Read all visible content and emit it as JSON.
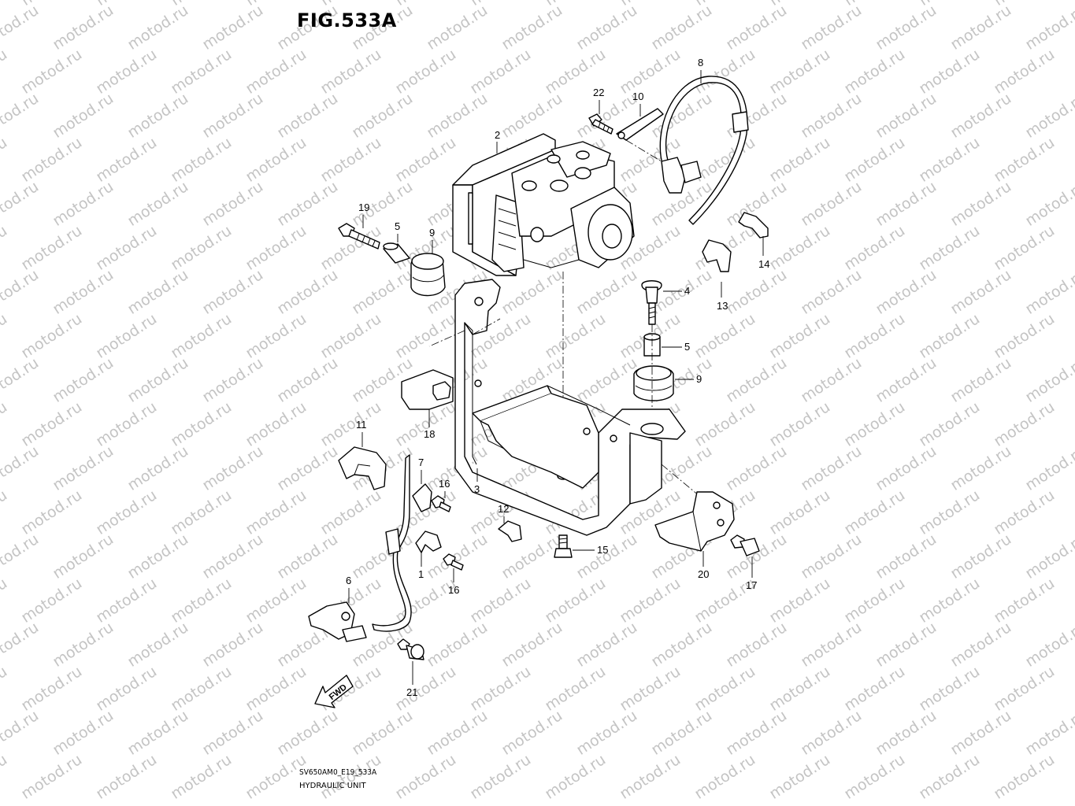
{
  "figure": {
    "title": "FIG.533A",
    "footer_code": "SV650AM0_E19_533A",
    "footer_name": "HYDRAULIC UNIT",
    "watermark": "motod.ru",
    "direction_label": "FWD"
  },
  "callouts": {
    "c1": "1",
    "c2": "2",
    "c3": "3",
    "c4": "4",
    "c5a": "5",
    "c5b": "5",
    "c6": "6",
    "c7": "7",
    "c8": "8",
    "c9a": "9",
    "c9b": "9",
    "c10": "10",
    "c11": "11",
    "c12": "12",
    "c13": "13",
    "c14": "14",
    "c15": "15",
    "c16a": "16",
    "c16b": "16",
    "c17": "17",
    "c18": "18",
    "c19": "19",
    "c20": "20",
    "c21": "21",
    "c22": "22"
  },
  "colors": {
    "line": "#000000",
    "watermark": "#c4c4c4",
    "background": "#ffffff"
  }
}
